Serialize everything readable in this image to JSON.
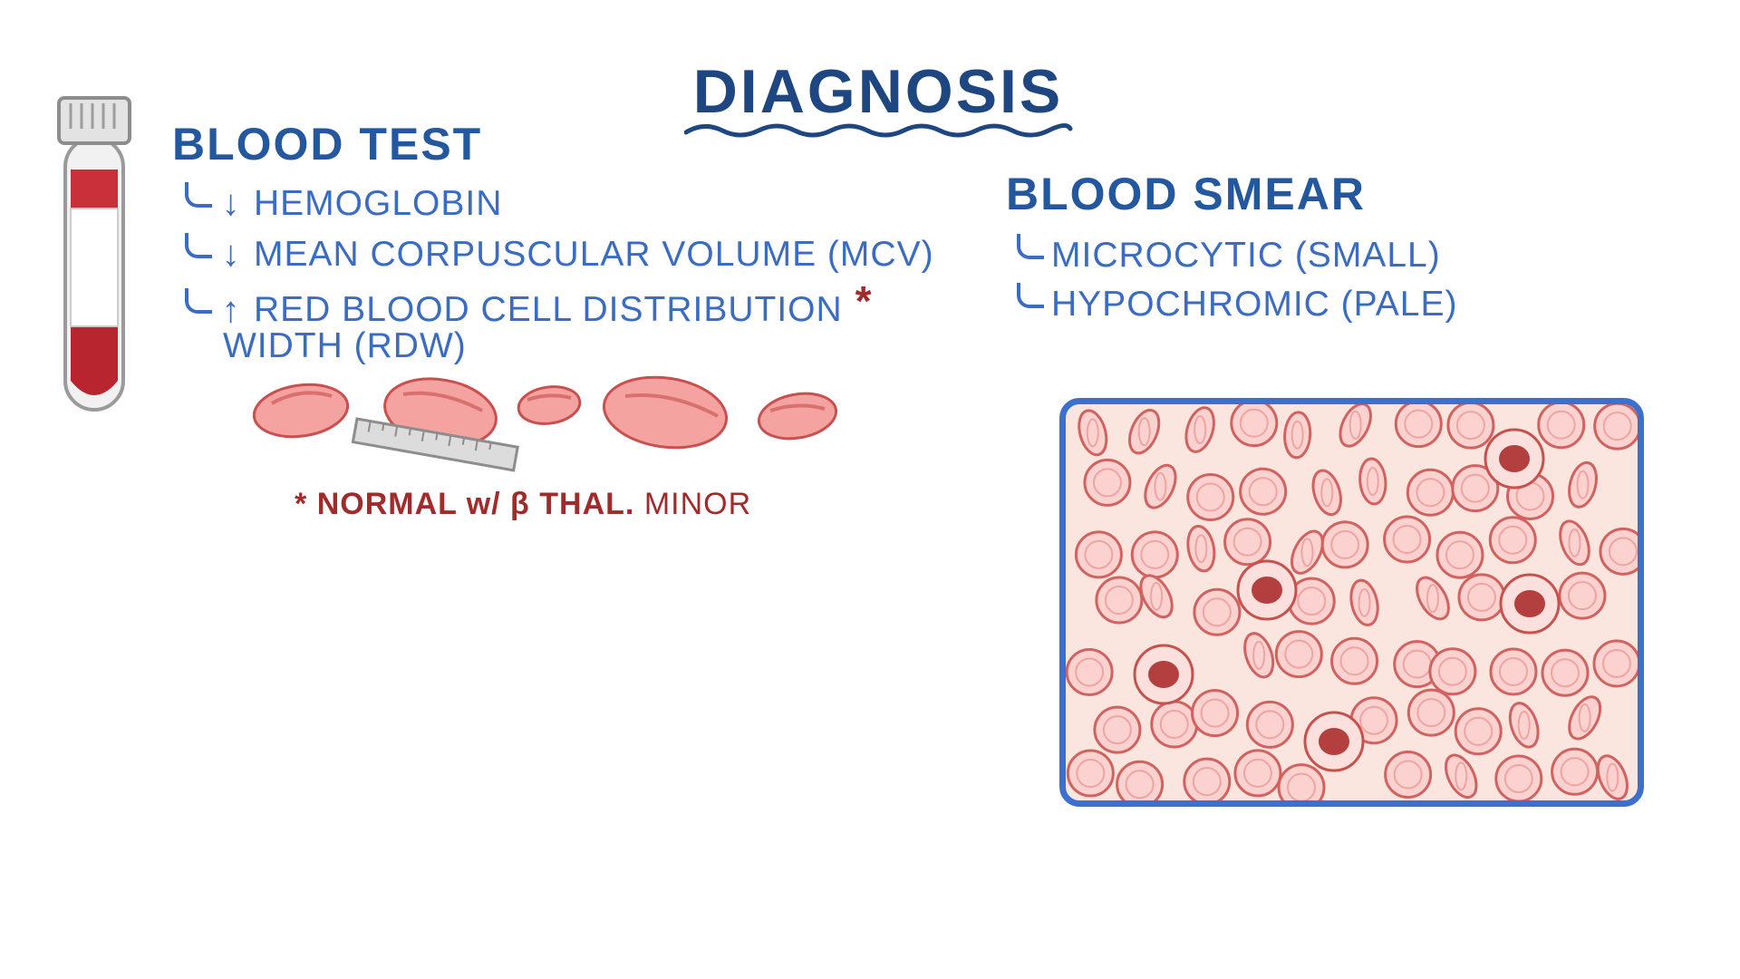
{
  "title": "DIAGNOSIS",
  "blood_test": {
    "heading": "BLOOD TEST",
    "items": [
      {
        "arrow": "↓",
        "text": "HEMOGLOBIN"
      },
      {
        "arrow": "↓",
        "text": "MEAN CORPUSCULAR VOLUME (MCV)"
      },
      {
        "arrow": "↑",
        "text": "RED BLOOD CELL DISTRIBUTION",
        "text2": "WIDTH (RDW)",
        "marker": "*"
      }
    ],
    "footnote": {
      "asterisk": "*",
      "bold": "NORMAL w/ β THAL.",
      "thin": "MINOR"
    }
  },
  "blood_smear": {
    "heading": "BLOOD SMEAR",
    "items": [
      {
        "text": "MICROCYTIC (SMALL)"
      },
      {
        "text": "HYPOCHROMIC (PALE)"
      }
    ]
  },
  "colors": {
    "title": "#1e4680",
    "text": "#3a6cc4",
    "note": "#a12b2b",
    "frame": "#3c70cc",
    "cell": "#f5a9a6"
  }
}
